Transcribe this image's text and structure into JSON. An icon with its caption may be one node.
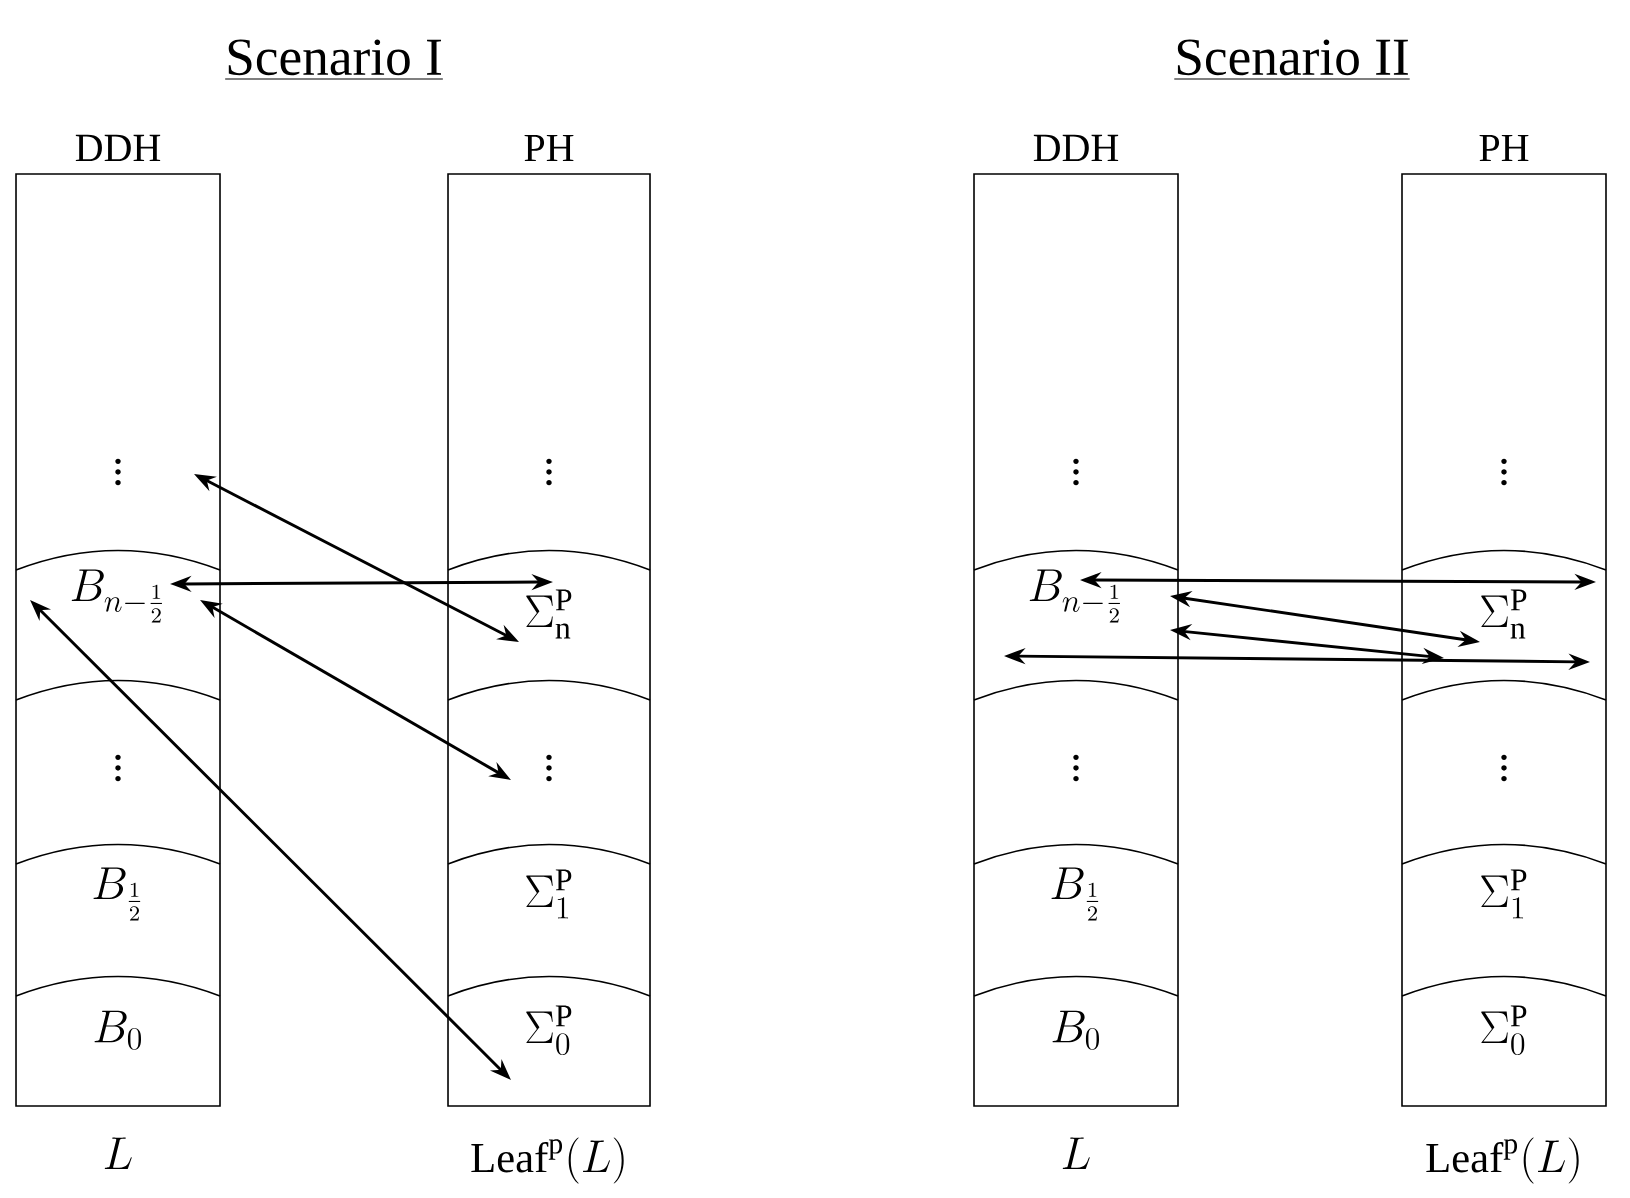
{
  "diagram": {
    "nodes": [
      {
        "text": [
          "DDH"
        ],
        "beside": [
          "L"
        ]
      },
      {
        "text": [
          "\\vdots"
        ],
        "in": 0
      },
      {
        "text": [
          "B_{n-\\frac{1}{2}}"
        ],
        "in": 0
      },
      {
        "text": [
          "\\vdots"
        ],
        "in": 0
      },
      {
        "text": [
          "B_{\\frac{1}{2}}"
        ],
        "in": 0
      },
      {
        "text": [
          "B_0"
        ],
        "in": 0
      },
      {
        "text": [
          "PH"
        ],
        "beside": [
          "\\mathrm{Leaf}^{\\mathrm{p}}(L)"
        ]
      },
      {
        "text": [
          "\\vdots"
        ],
        "in": 6
      },
      {
        "text": [
          "\\Sigma^{\\mathrm{P}}_{\\mathrm{n}}"
        ],
        "in": 6
      },
      {
        "text": [
          "\\vdots"
        ],
        "in": 6
      },
      {
        "text": [
          "\\Sigma^{\\mathrm{P}}_{1}"
        ],
        "in": 6
      },
      {
        "text": [
          "\\Sigma^{\\mathrm{P}}_{0}"
        ],
        "in": 6
      },
      {
        "text": [
          "DDH"
        ],
        "beside": [
          "L"
        ]
      },
      {
        "text": [
          "\\vdots"
        ],
        "in": 12
      },
      {
        "text": [
          "B_{n-\\frac{1}{2}}"
        ],
        "in": 12
      },
      {
        "text": [
          "\\vdots"
        ],
        "in": 12
      },
      {
        "text": [
          "B_{\\frac{1}{2}}"
        ],
        "in": 12
      },
      {
        "text": [
          "B_0"
        ],
        "in": 12
      },
      {
        "text": [
          "PH"
        ],
        "beside": [
          "\\mathrm{Leaf}^{\\mathrm{p}}(L)"
        ]
      },
      {
        "text": [
          "\\vdots"
        ],
        "in": 18
      },
      {
        "text": [
          "\\Sigma^{\\mathrm{P}}_{\\mathrm{n}}"
        ],
        "in": 18
      },
      {
        "text": [
          "\\vdots"
        ],
        "in": 18
      },
      {
        "text": [
          "\\Sigma^{\\mathrm{P}}_{1}"
        ],
        "in": 18
      },
      {
        "text": [
          "\\Sigma^{\\mathrm{P}}_{0}"
        ],
        "in": 18
      }
    ],
    "edges": [
      {
        "from": 1,
        "to": 8,
        "arrow": "both"
      },
      {
        "from": 2,
        "to": 8,
        "arrow": "both"
      },
      {
        "from": 2,
        "to": 9,
        "arrow": "both"
      },
      {
        "from": 2,
        "to": 11,
        "arrow": "both"
      },
      {
        "from": 14,
        "to": 20,
        "arrow": "both"
      },
      {
        "from": 14,
        "to": 20,
        "arrow": "both"
      },
      {
        "from": 14,
        "to": 20,
        "arrow": "both"
      },
      {
        "from": 14,
        "to": 20,
        "arrow": "both"
      }
    ],
    "labels": [
      "Scenario I",
      "Scenario II"
    ]
  }
}
